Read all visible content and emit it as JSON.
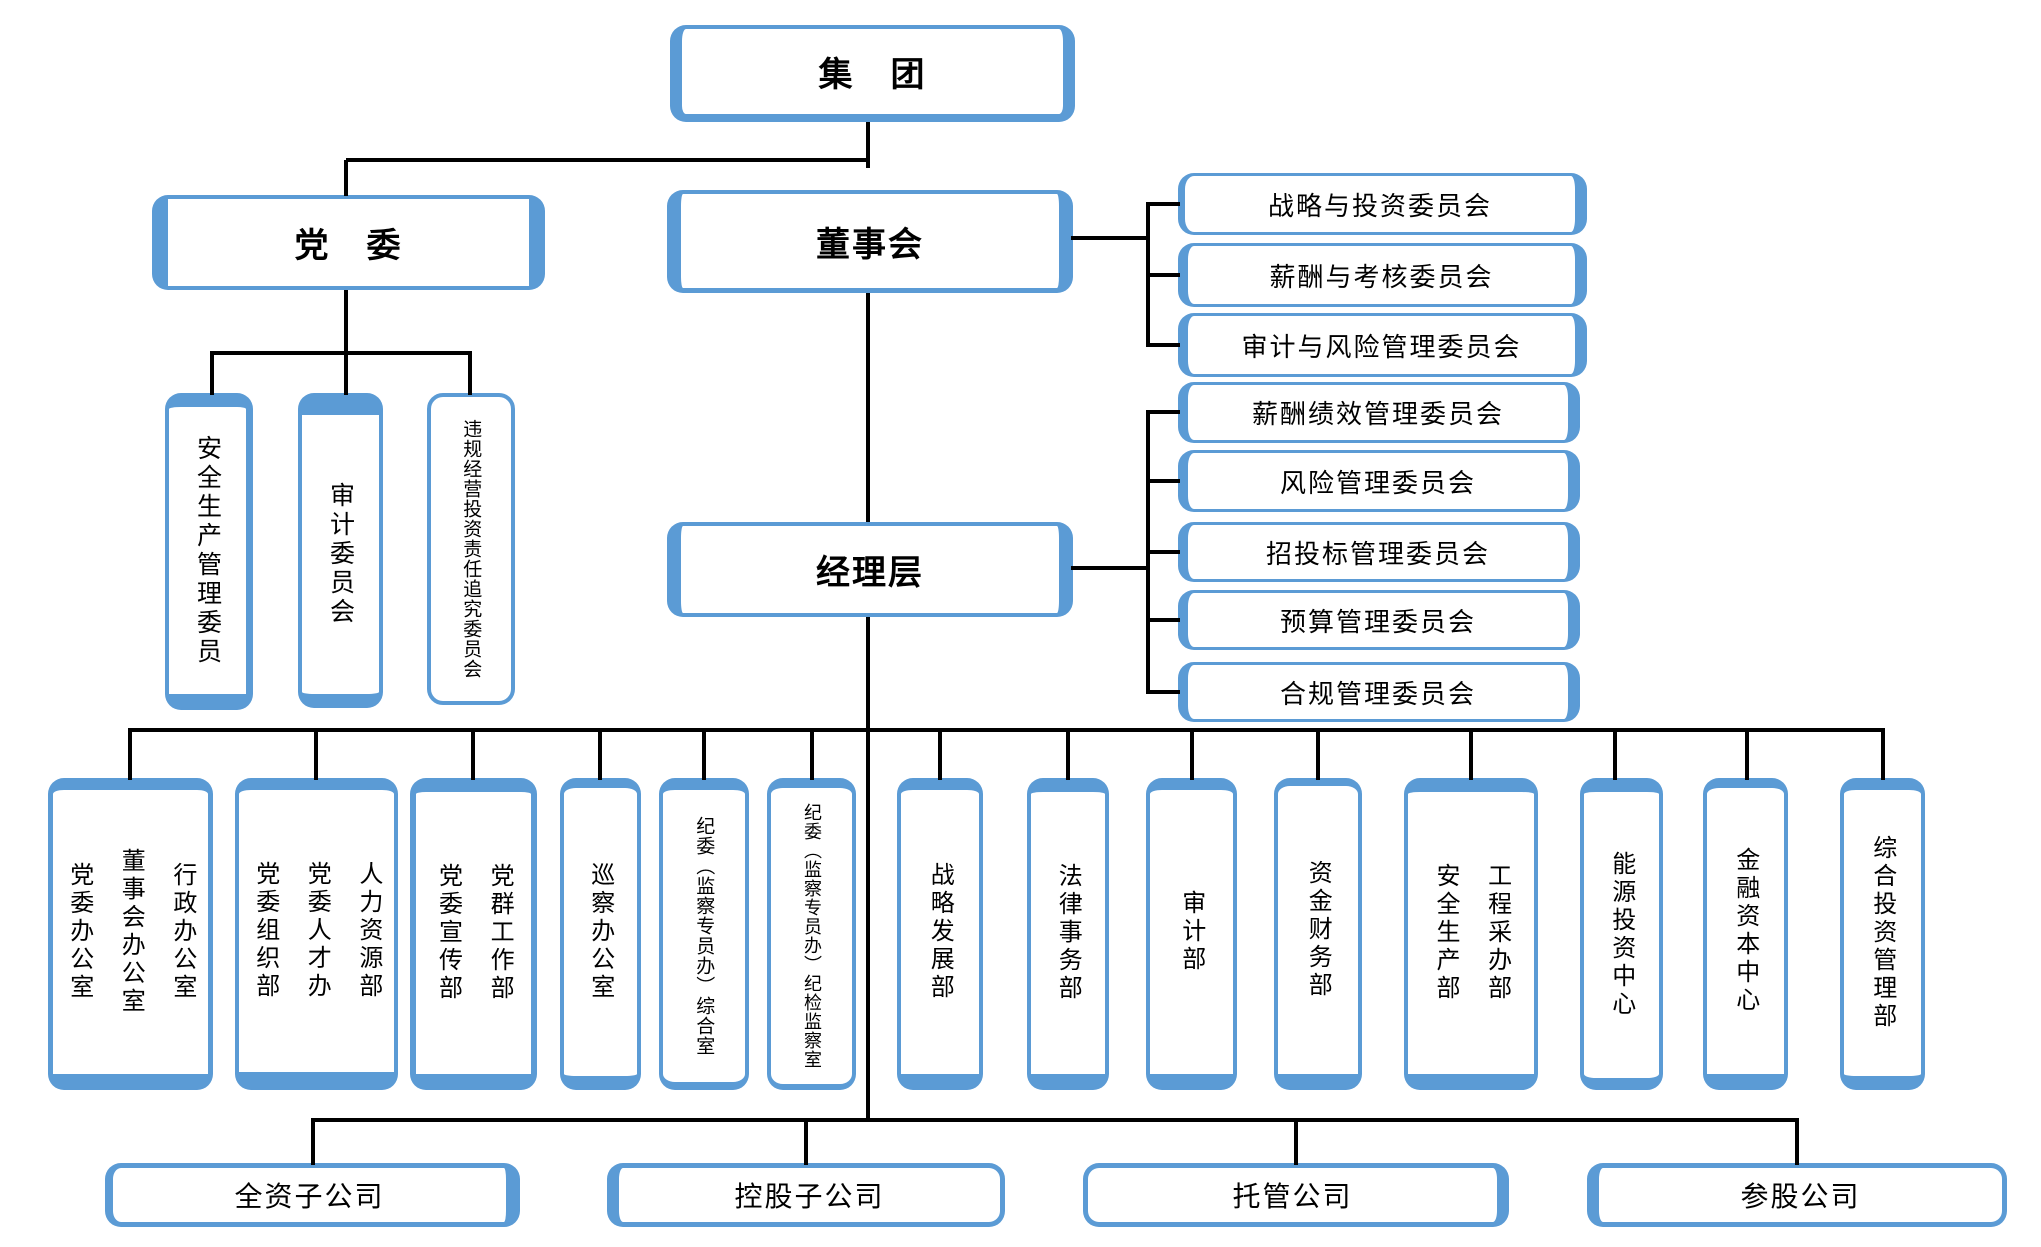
{
  "colors": {
    "accent_blue": "#5B9BD5",
    "line_black": "#000000",
    "background": "#FFFFFF",
    "text": "#000000"
  },
  "nodes": {
    "group": "集　团",
    "party": "党　委",
    "board": "董事会",
    "management": "经理层"
  },
  "party_committees": [
    "安全生产管理委员",
    "审计委员会",
    "违规经营投资责任追究委员会"
  ],
  "board_committees": [
    "战略与投资委员会",
    "薪酬与考核委员会",
    "审计与风险管理委员会"
  ],
  "management_committees": [
    "薪酬绩效管理委员会",
    "风险管理委员会",
    "招投标管理委员会",
    "预算管理委员会",
    "合规管理委员会"
  ],
  "departments": [
    [
      "行政办公室",
      "董事会办公室",
      "党委办公室"
    ],
    [
      "人力资源部",
      "党委人才办",
      "党委组织部"
    ],
    [
      "党群工作部",
      "党委宣传部"
    ],
    [
      "巡察办公室"
    ],
    [
      "纪委（监察专员办）综合室"
    ],
    [
      "纪委（监察专员办）纪检监察室"
    ],
    [
      "战略发展部"
    ],
    [
      "法律事务部"
    ],
    [
      "审计部"
    ],
    [
      "资金财务部"
    ],
    [
      "工程采办部",
      "安全生产部"
    ],
    [
      "能源投资中心"
    ],
    [
      "金融资本中心"
    ],
    [
      "综合投资管理部"
    ]
  ],
  "companies": [
    "全资子公司",
    "控股子公司",
    "托管公司",
    "参股公司"
  ]
}
